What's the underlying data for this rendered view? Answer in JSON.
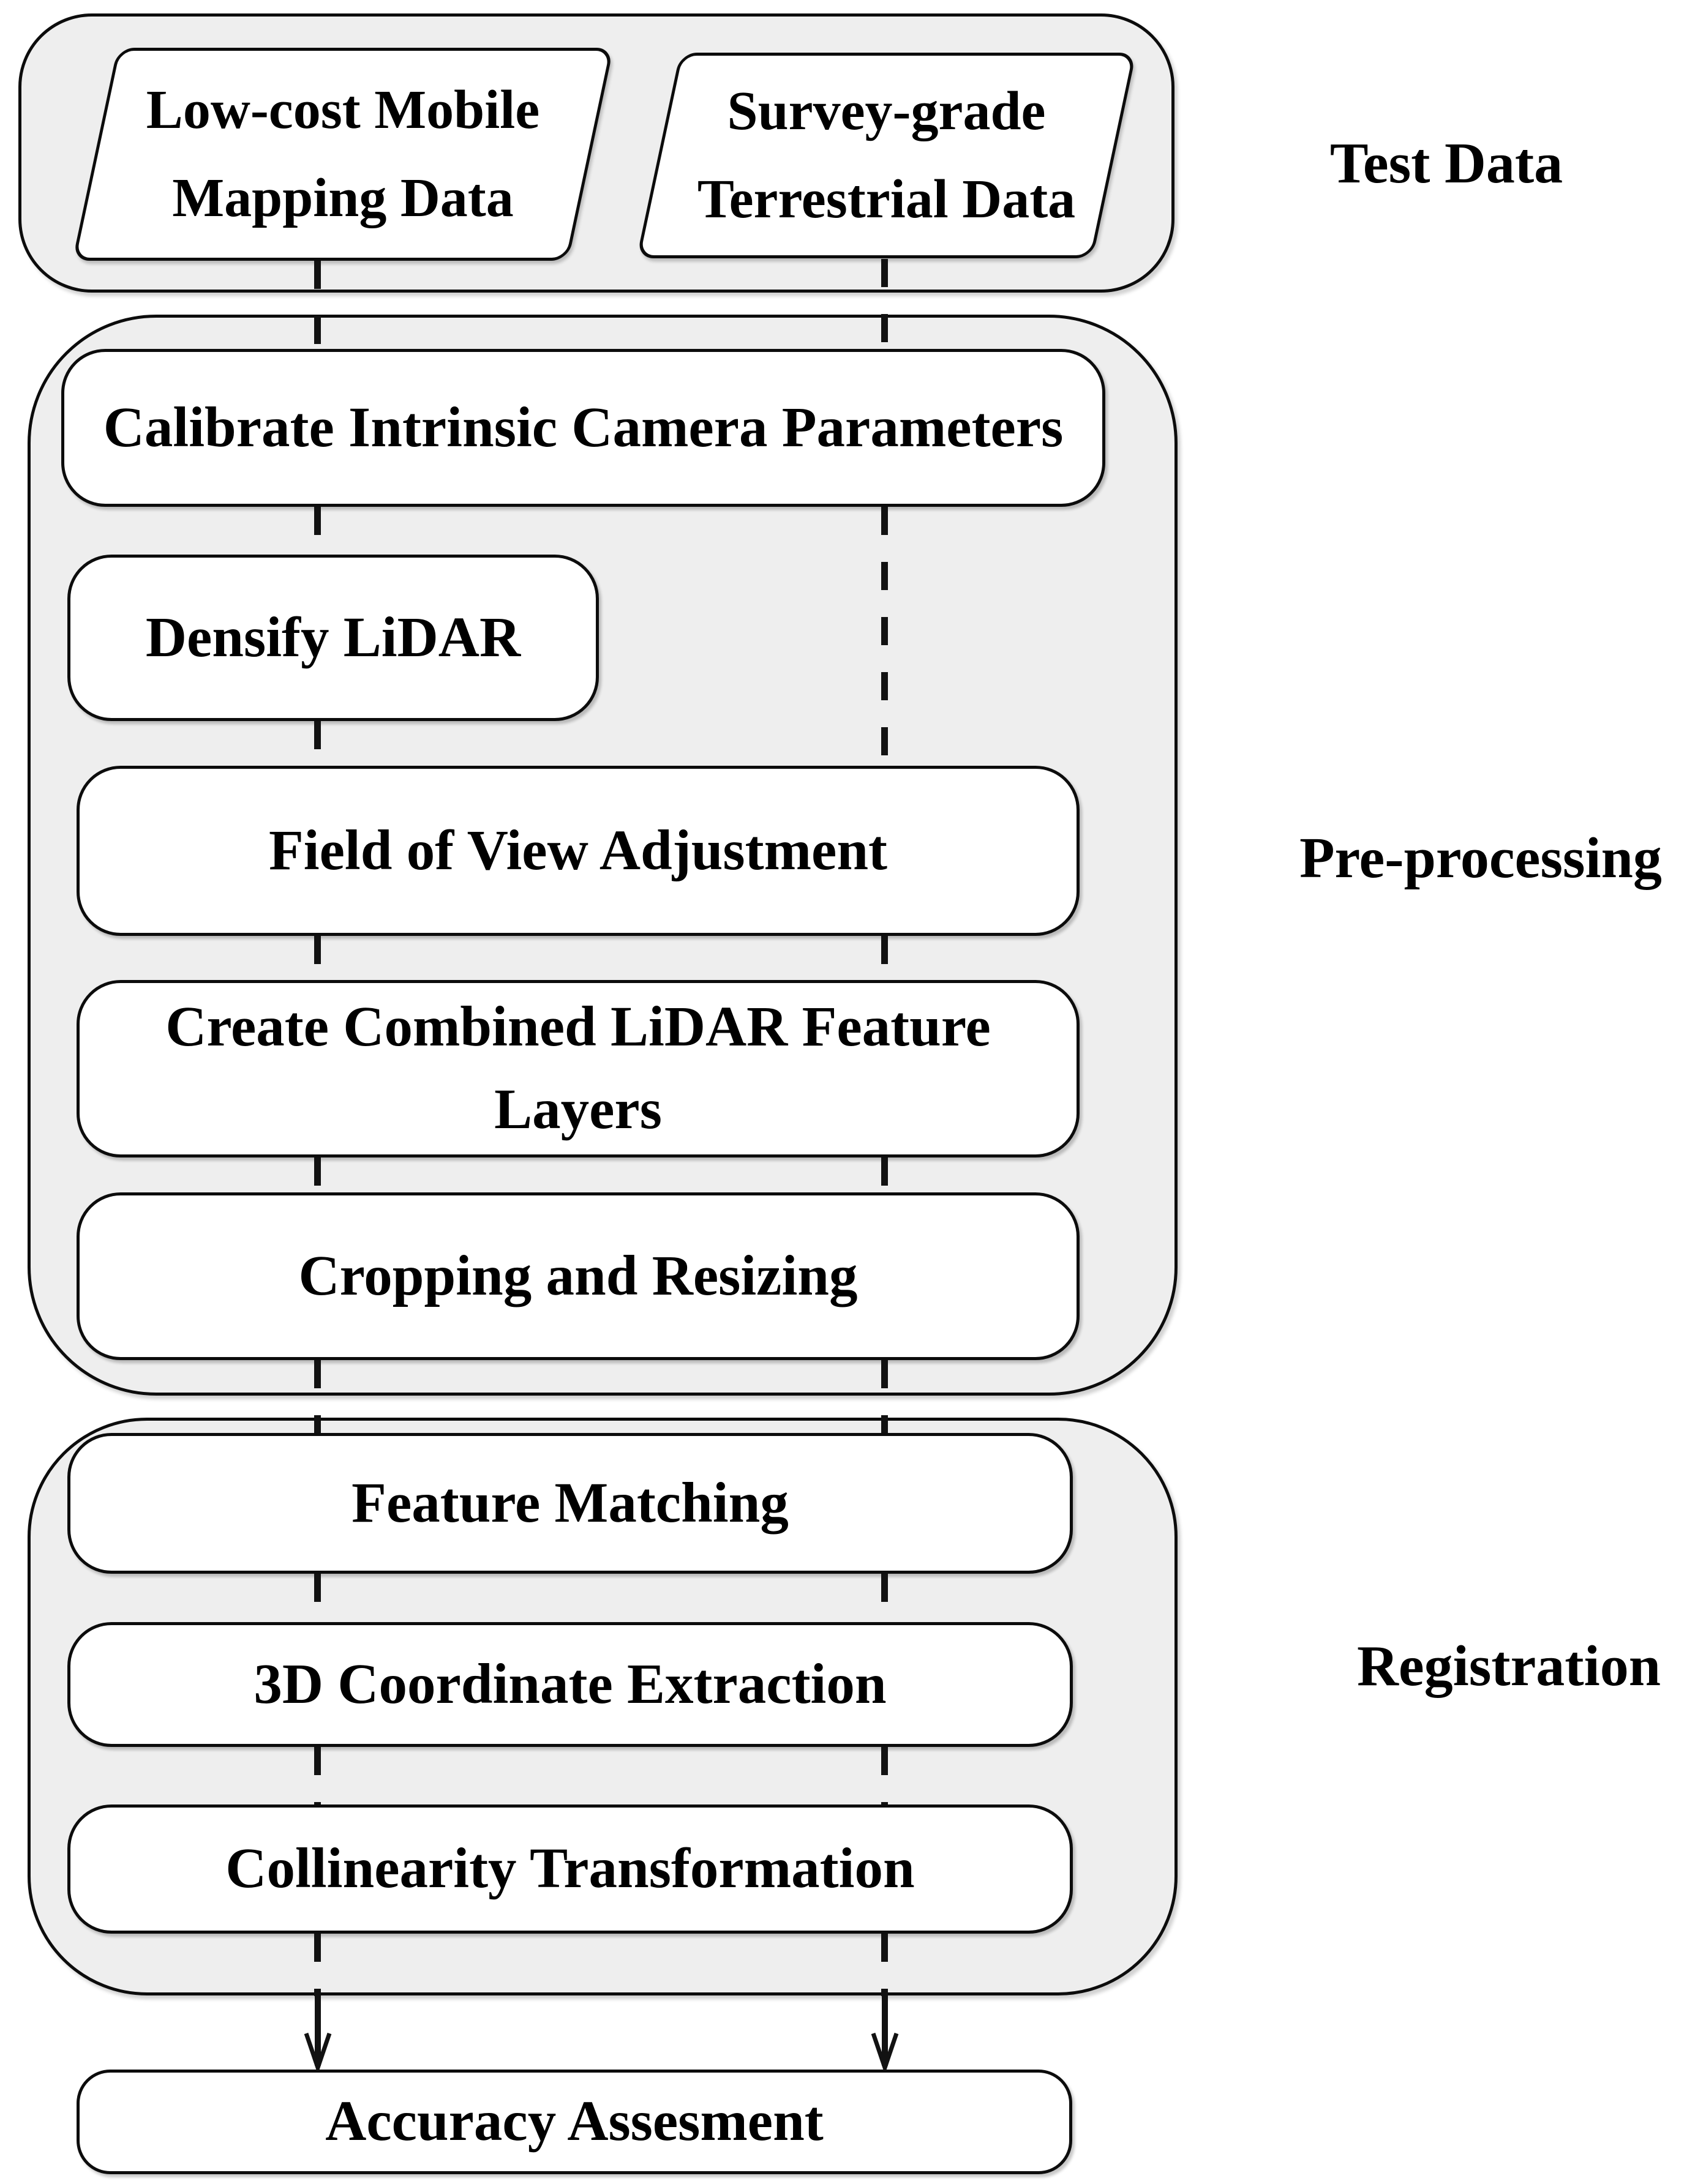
{
  "sections": [
    {
      "id": "test-data",
      "label": "Test Data"
    },
    {
      "id": "pre-processing",
      "label": "Pre-processing"
    },
    {
      "id": "registration",
      "label": "Registration"
    }
  ],
  "nodes": {
    "low_cost": {
      "label": "Low-cost Mobile Mapping Data",
      "shape": "parallelogram"
    },
    "survey_grade": {
      "label": "Survey-grade Terrestrial Data",
      "shape": "parallelogram"
    },
    "calibrate": {
      "label": "Calibrate Intrinsic Camera Parameters",
      "shape": "rounded-rect"
    },
    "densify": {
      "label": "Densify LiDAR",
      "shape": "rounded-rect"
    },
    "fov": {
      "label": "Field of View Adjustment",
      "shape": "rounded-rect"
    },
    "combined_layers": {
      "label": "Create Combined LiDAR Feature Layers",
      "shape": "rounded-rect"
    },
    "cropping": {
      "label": "Cropping and Resizing",
      "shape": "rounded-rect"
    },
    "feature_matching": {
      "label": "Feature Matching",
      "shape": "rounded-rect"
    },
    "coordinate_extraction": {
      "label": "3D Coordinate Extraction",
      "shape": "rounded-rect"
    },
    "collinearity": {
      "label": "Collinearity Transformation",
      "shape": "rounded-rect"
    },
    "accuracy": {
      "label": "Accuracy Assesment",
      "shape": "rounded-rect"
    }
  },
  "palette": {
    "group_fill": "#eeeeee",
    "node_fill": "#ffffff",
    "stroke": "#0c0c0c",
    "text": "#000000",
    "background": "#ffffff"
  }
}
